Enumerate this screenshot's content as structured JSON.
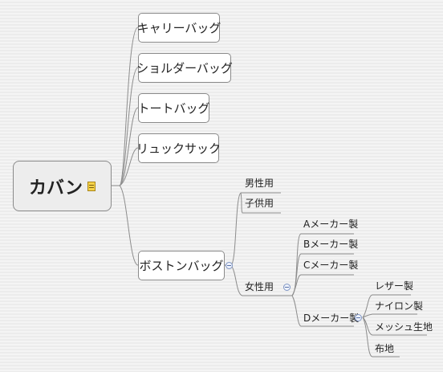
{
  "root": {
    "label": "カバン",
    "icon": "note-icon"
  },
  "branches": [
    {
      "label": "キャリーバッグ"
    },
    {
      "label": "ショルダーバッグ"
    },
    {
      "label": "トートバッグ"
    },
    {
      "label": "リュックサック"
    },
    {
      "label": "ボストンバッグ",
      "children": [
        {
          "label": "男性用"
        },
        {
          "label": "子供用"
        },
        {
          "label": "女性用",
          "children": [
            {
              "label": "Aメーカー製"
            },
            {
              "label": "Bメーカー製"
            },
            {
              "label": "Cメーカー製"
            },
            {
              "label": "Dメーカー製",
              "children": [
                {
                  "label": "レザー製"
                },
                {
                  "label": "ナイロン製"
                },
                {
                  "label": "メッシュ生地"
                },
                {
                  "label": "布地"
                }
              ]
            }
          ]
        }
      ]
    }
  ],
  "colors": {
    "line": "#8c8c8c",
    "node_border": "#8a8a8a",
    "root_fill": "#ededed",
    "collapse": "#7f95c4"
  }
}
